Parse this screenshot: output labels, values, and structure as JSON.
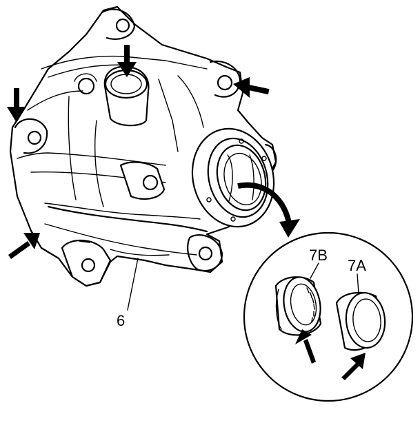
{
  "labels": {
    "housing": "6",
    "bearing_b": "7B",
    "bearing_a": "7A"
  }
}
